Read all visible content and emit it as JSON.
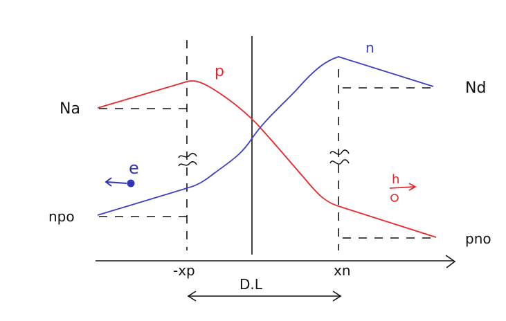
{
  "labels": {
    "p_curve": "p",
    "n_curve": "n",
    "Na": "Na",
    "Nd": "Nd",
    "electron": "e",
    "hole": "h",
    "npo": "npo",
    "pno": "pno",
    "minus_xp": "-xp",
    "xn": "xn",
    "depletion": "D.L"
  },
  "colors": {
    "p_curve": "#e8262a",
    "n_curve": "#3b3fc4",
    "axis": "#111111"
  }
}
